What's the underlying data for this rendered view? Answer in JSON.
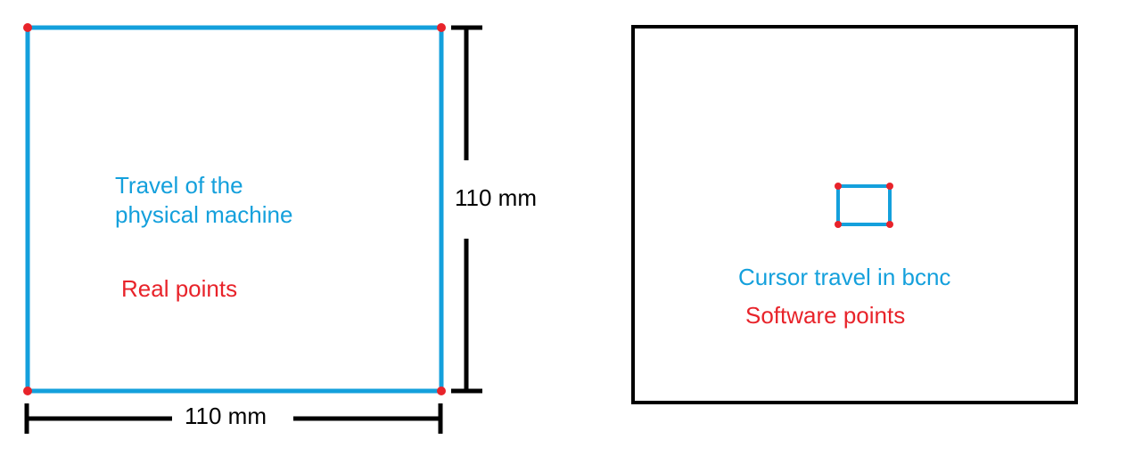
{
  "colors": {
    "travel_blue": "#14a0dc",
    "point_red": "#e8232a",
    "outline_black": "#000000"
  },
  "left_panel": {
    "label_line1": "Travel of the",
    "label_line2": "physical machine",
    "points_label": "Real points",
    "width_dimension": "110 mm",
    "height_dimension": "110 mm"
  },
  "right_panel": {
    "cursor_label": "Cursor travel in bcnc",
    "points_label": "Software points"
  }
}
